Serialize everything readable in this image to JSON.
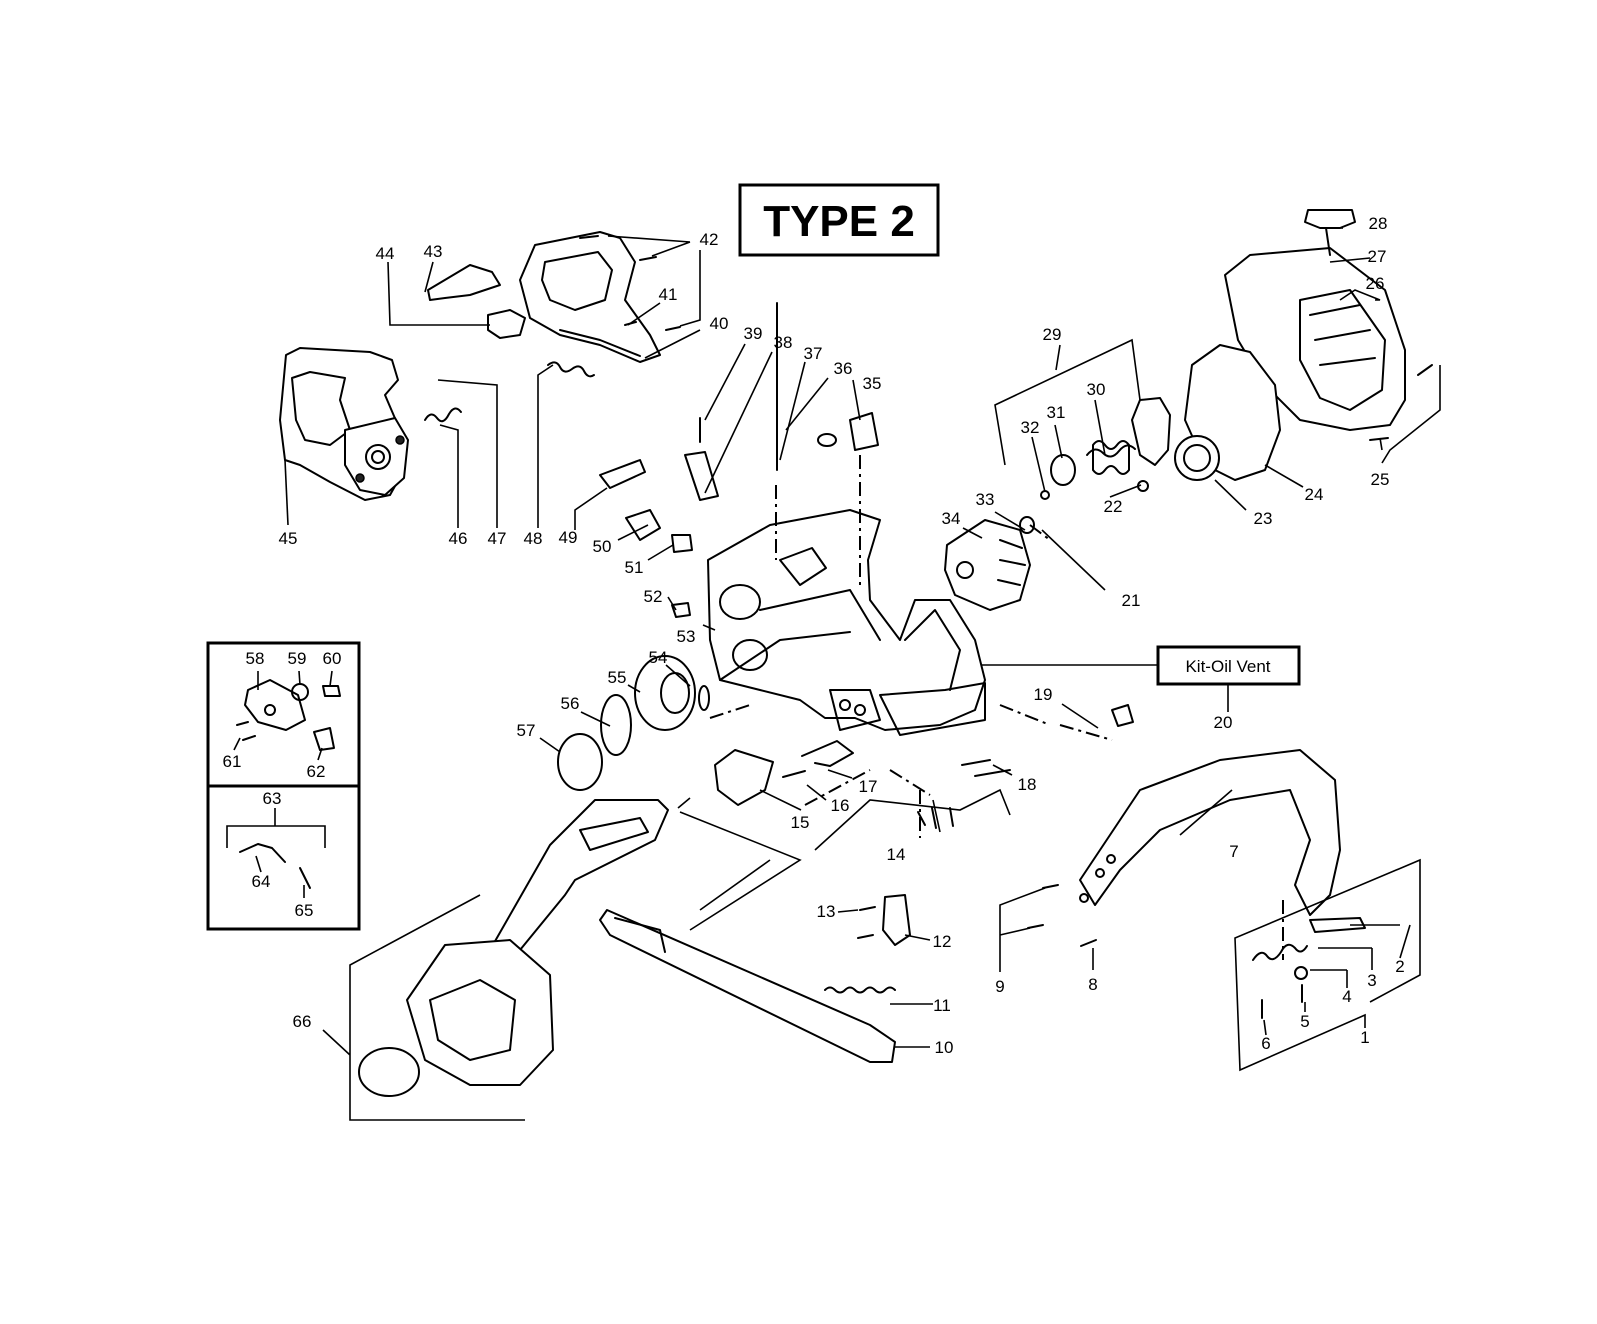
{
  "title": "TYPE 2",
  "kit_label": "Kit-Oil Vent",
  "callouts": [
    "1",
    "2",
    "3",
    "4",
    "5",
    "6",
    "7",
    "8",
    "9",
    "10",
    "11",
    "12",
    "13",
    "14",
    "15",
    "16",
    "17",
    "18",
    "19",
    "20",
    "21",
    "22",
    "23",
    "24",
    "25",
    "26",
    "27",
    "28",
    "29",
    "30",
    "31",
    "32",
    "33",
    "34",
    "35",
    "36",
    "37",
    "38",
    "39",
    "40",
    "41",
    "42",
    "43",
    "44",
    "45",
    "46",
    "47",
    "48",
    "49",
    "50",
    "51",
    "52",
    "53",
    "54",
    "55",
    "56",
    "57",
    "58",
    "59",
    "60",
    "61",
    "62",
    "63",
    "64",
    "65",
    "66"
  ]
}
